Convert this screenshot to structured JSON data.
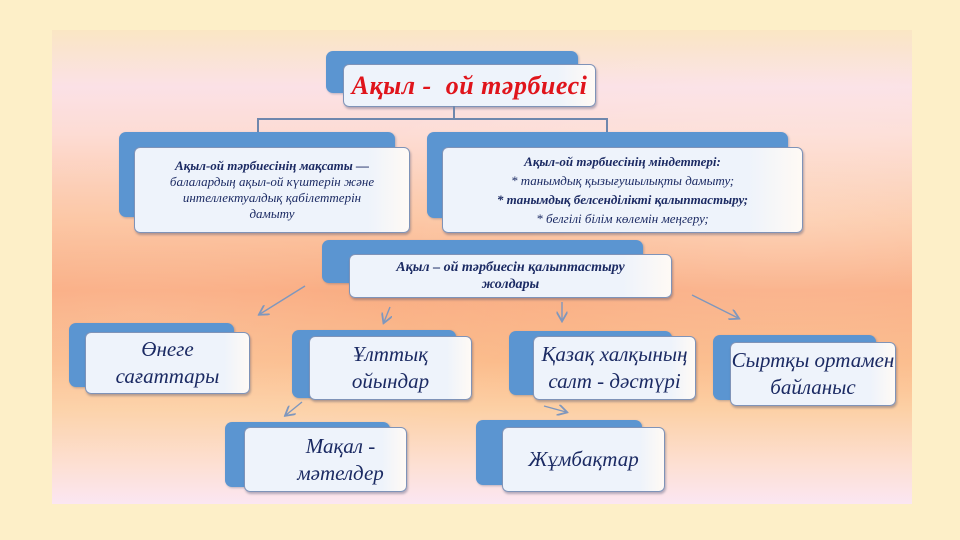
{
  "diagram": {
    "title": "Ақыл -  ой тәрбиесі",
    "goal": {
      "heading": "Ақыл-ой тәрбиесінің  мақсаты —",
      "lines": [
        "балалардың ақыл-ой күштерін және",
        "интеллектуалдық қабілеттерін",
        "дамыту"
      ]
    },
    "tasks": {
      "heading": "Ақыл-ой тәрбиесінің  міндеттері:",
      "lines": [
        "* танымдық қызығушылықты дамыту;",
        "* танымдық белсенділікті  қалыптастыру;",
        "*  белгілі білім көлемін меңгеру;"
      ]
    },
    "ways": {
      "lines": [
        "Ақыл – ой тәрбиесін  қалыптастыру",
        "жолдары"
      ]
    },
    "methods": [
      {
        "lines": [
          "Өнеге",
          "сағаттары"
        ]
      },
      {
        "lines": [
          "Ұлттық",
          "ойындар"
        ]
      },
      {
        "lines": [
          "Қазақ халқының",
          "салт - дәстүрі"
        ]
      },
      {
        "lines": [
          "Сыртқы ортамен",
          "байланыс"
        ]
      }
    ],
    "sub_methods": [
      {
        "lines": [
          "Мақал -",
          "мәтелдер"
        ]
      },
      {
        "lines": [
          "Жұмбақтар"
        ]
      }
    ]
  },
  "colors": {
    "title_red": "#e0141b",
    "box_blue": "#5b95d1",
    "box_front": "#eef3fb",
    "text_navy": "#1b2a63",
    "connector": "#6f87ad",
    "outer_bg": "#fdefc8"
  }
}
